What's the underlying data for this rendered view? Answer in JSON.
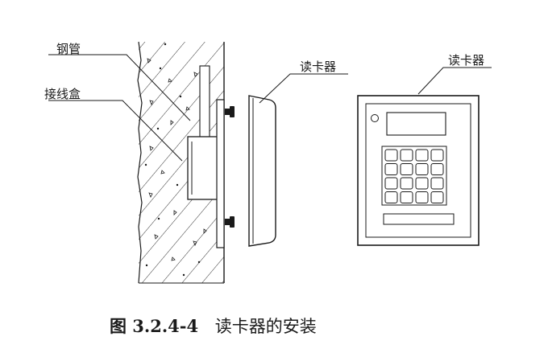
{
  "labels": {
    "steel_pipe": "钢管",
    "junction_box": "接线盒",
    "reader_side": "读卡器",
    "reader_front": "读卡器"
  },
  "caption": {
    "number": "图 3.2.4-4",
    "text": "读卡器的安装"
  },
  "colors": {
    "ink": "#1a1a1a",
    "background": "#ffffff"
  }
}
